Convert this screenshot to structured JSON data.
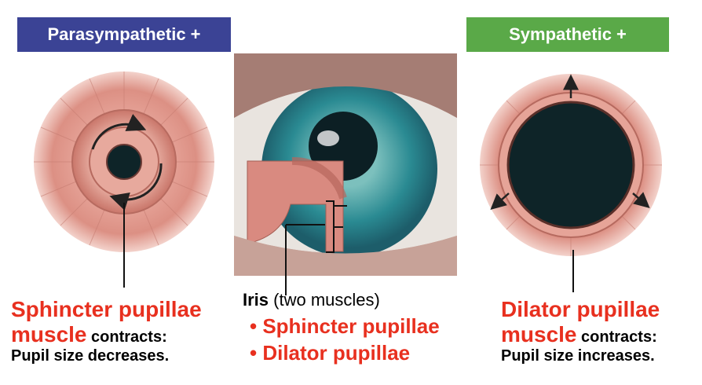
{
  "headers": {
    "parasympathetic": "Parasympathetic +",
    "sympathetic": "Sympathetic +"
  },
  "left_caption": {
    "line1": "Sphincter pupillae",
    "line2_red": "muscle",
    "line2_black": " contracts:",
    "line3": "Pupil size decreases."
  },
  "center_caption": {
    "iris_bold": "Iris",
    "iris_rest": " (two muscles)",
    "items": [
      "• Sphincter pupillae",
      "• Dilator pupillae"
    ]
  },
  "right_caption": {
    "line1": "Dilator pupillae",
    "line2_red": "muscle",
    "line2_black": " contracts:",
    "line3": "Pupil size increases."
  },
  "colors": {
    "parasympathetic_header": "#3b4395",
    "sympathetic_header": "#5aa948",
    "caption_red": "#e8301f",
    "muscle_pink": "#d98a80",
    "pupil": "#0e2428",
    "iris_teal": "#2a8a92"
  }
}
